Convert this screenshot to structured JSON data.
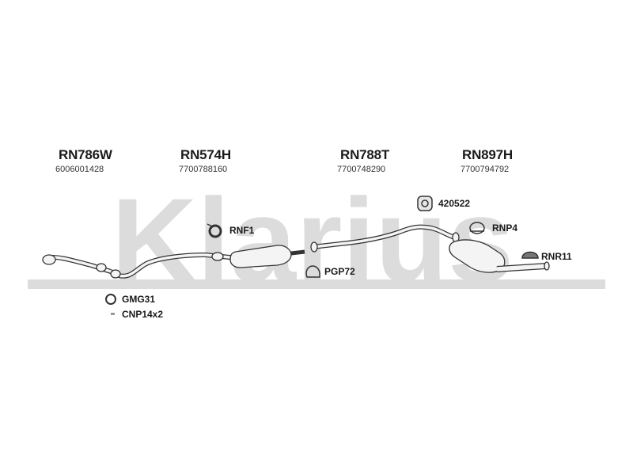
{
  "watermark": {
    "text": "Klarius",
    "color": "#d9d9d9"
  },
  "assemblies": [
    {
      "code": "RN786W",
      "number": "6006001428"
    },
    {
      "code": "RN574H",
      "number": "7700788160"
    },
    {
      "code": "RN788T",
      "number": "7700748290"
    },
    {
      "code": "RN897H",
      "number": "7700794792"
    }
  ],
  "fittings": {
    "rnf1": "RNF1",
    "ref420522": "420522",
    "rnp4": "RNP4",
    "rnr11": "RNR11",
    "pgp72": "PGP72",
    "gmg31": "GMG31",
    "cnp14": "CNP14x2"
  },
  "colors": {
    "part_fill": "#f4f4f4",
    "part_stroke": "#333333"
  }
}
